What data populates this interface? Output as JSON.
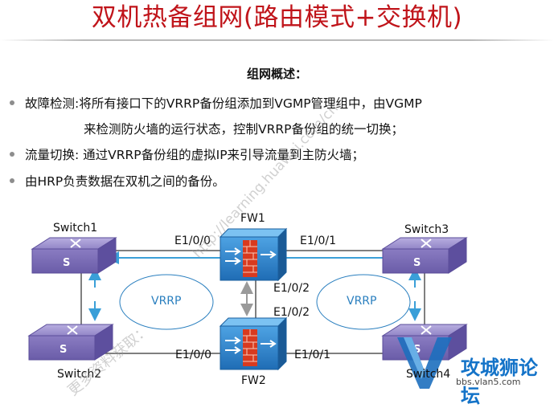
{
  "title": "双机热备组网(路由模式+交换机)",
  "subheading": "组网概述：",
  "bullets": [
    "故障检测:将所有接口下的VRRP备份组添加到VGMP管理组中，由VGMP",
    "流量切换: 通过VRRP备份组的虚拟IP来引导流量到主防火墙；",
    "由HRP负责数据在双机之间的备份。"
  ],
  "bullet1_continuation": "来检测防火墙的运行状态，控制VRRP备份组的统一切换；",
  "diagram": {
    "switch1": "Switch1",
    "switch2": "Switch2",
    "switch3": "Switch3",
    "switch4": "Switch4",
    "fw1": "FW1",
    "fw2": "FW2",
    "if_fw1_left": "E1/0/0",
    "if_fw1_right": "E1/0/1",
    "if_fw1_down": "E1/0/2",
    "if_fw2_up": "E1/0/2",
    "if_fw2_left": "E1/0/0",
    "if_fw2_right": "E1/0/1",
    "vrrp_left": "VRRP",
    "vrrp_right": "VRRP",
    "switch_glyph": "S"
  },
  "watermarks": {
    "url": "http://learning.huawei.com/cn",
    "more": "更多资料获取："
  },
  "logo": {
    "name": "攻城狮论坛",
    "url": "bbs.vlan5.com"
  },
  "colors": {
    "title": "#c0141a",
    "switch": "#8878b8",
    "firewall": "#2b7fc3",
    "arrow": "#3a9fd8",
    "line": "#555555"
  }
}
